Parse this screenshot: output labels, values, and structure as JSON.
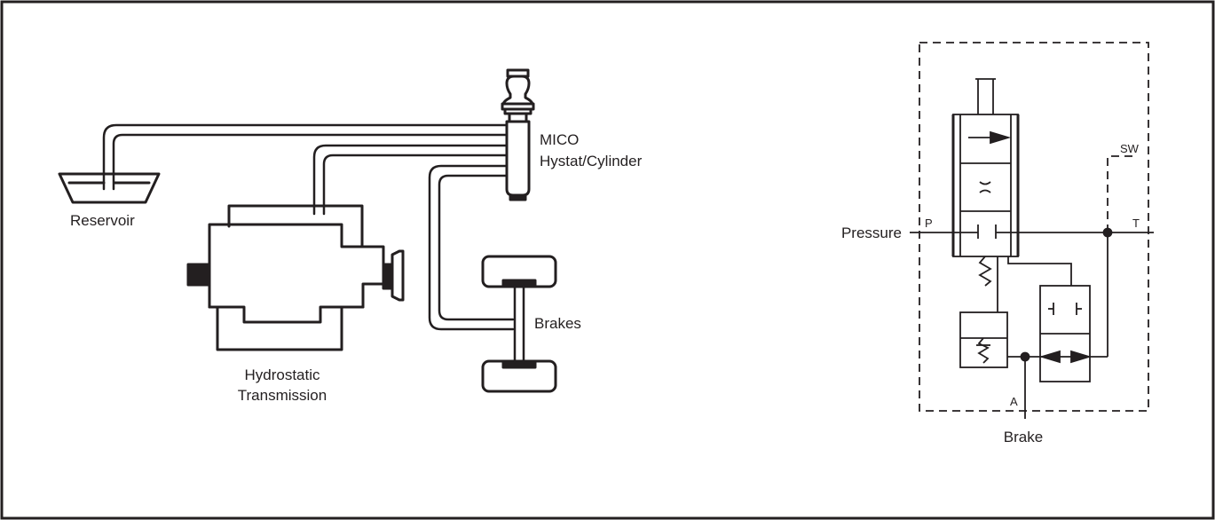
{
  "labels": {
    "reservoir": "Reservoir",
    "valve_line1": "MICO",
    "valve_line2": "Hystat/Cylinder",
    "transmission_line1": "Hydrostatic",
    "transmission_line2": "Transmission",
    "brakes": "Brakes"
  },
  "schematic": {
    "pressure": "Pressure",
    "brake": "Brake",
    "port_p": "P",
    "port_t": "T",
    "port_a": "A",
    "port_sw": "SW"
  },
  "colors": {
    "line": "#231f20",
    "background": "#ffffff"
  }
}
